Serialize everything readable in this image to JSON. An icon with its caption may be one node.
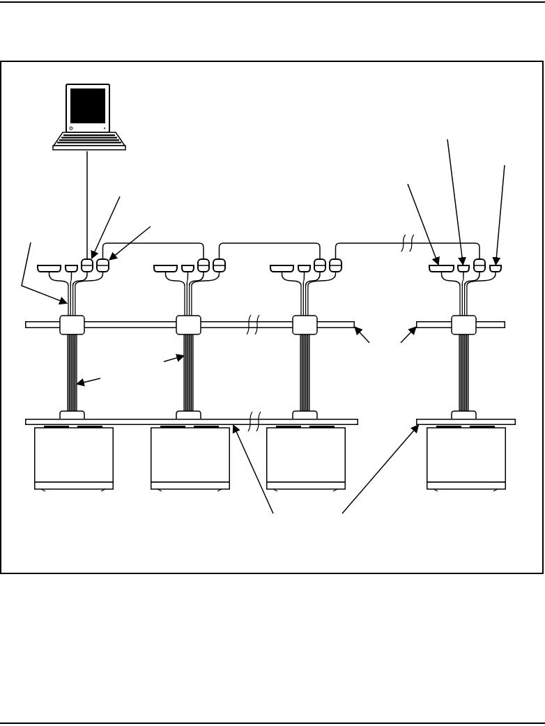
{
  "diagram": {
    "nodes": [
      {
        "text": [],
        "shape": "computer"
      },
      {
        "text": [],
        "shape": "connector"
      },
      {
        "text": [],
        "shape": "connector"
      },
      {
        "text": [],
        "shape": "connector"
      },
      {
        "text": [],
        "shape": "connector"
      },
      {
        "text": [],
        "shape": "connector"
      },
      {
        "text": [],
        "shape": "connector"
      },
      {
        "text": [],
        "shape": "connector"
      },
      {
        "text": [],
        "shape": "connector"
      },
      {
        "text": [],
        "shape": "connector"
      },
      {
        "text": [],
        "shape": "connector"
      },
      {
        "text": [],
        "shape": "connector"
      },
      {
        "text": [],
        "shape": "connector"
      },
      {
        "text": [],
        "shape": "connector"
      },
      {
        "text": [],
        "shape": "connector"
      },
      {
        "text": [],
        "shape": "connector"
      },
      {
        "text": [],
        "shape": "connector"
      },
      {
        "text": [],
        "shape": "cable"
      },
      {
        "text": [],
        "shape": "cable"
      },
      {
        "text": [],
        "shape": "cable"
      },
      {
        "text": [],
        "shape": "cable"
      },
      {
        "text": [],
        "shape": "bar"
      },
      {
        "text": [],
        "shape": "bar"
      },
      {
        "text": [],
        "shape": "cable"
      },
      {
        "text": [],
        "shape": "cable"
      },
      {
        "text": [],
        "shape": "cable"
      },
      {
        "text": [],
        "shape": "cable"
      },
      {
        "text": [],
        "shape": "bar"
      },
      {
        "text": [],
        "shape": "bar"
      },
      {
        "text": [],
        "shape": "box"
      },
      {
        "text": [],
        "shape": "box"
      },
      {
        "text": [],
        "shape": "box"
      },
      {
        "text": [],
        "shape": "box"
      }
    ],
    "edges": [
      {
        "from": 0,
        "to": 3,
        "arrow": "none"
      },
      {
        "from": 4,
        "to": 7,
        "arrow": "none"
      },
      {
        "from": 8,
        "to": 11,
        "arrow": "none"
      },
      {
        "from": 12,
        "to": 15,
        "arrow": "none"
      },
      {
        "from": 1,
        "to": 17,
        "arrow": "none"
      },
      {
        "from": 2,
        "to": 17,
        "arrow": "none"
      },
      {
        "from": 3,
        "to": 17,
        "arrow": "none"
      },
      {
        "from": 4,
        "to": 17,
        "arrow": "none"
      },
      {
        "from": 5,
        "to": 18,
        "arrow": "none"
      },
      {
        "from": 6,
        "to": 18,
        "arrow": "none"
      },
      {
        "from": 7,
        "to": 18,
        "arrow": "none"
      },
      {
        "from": 8,
        "to": 18,
        "arrow": "none"
      },
      {
        "from": 9,
        "to": 19,
        "arrow": "none"
      },
      {
        "from": 10,
        "to": 19,
        "arrow": "none"
      },
      {
        "from": 11,
        "to": 19,
        "arrow": "none"
      },
      {
        "from": 12,
        "to": 19,
        "arrow": "none"
      },
      {
        "from": 13,
        "to": 20,
        "arrow": "none"
      },
      {
        "from": 14,
        "to": 20,
        "arrow": "none"
      },
      {
        "from": 15,
        "to": 20,
        "arrow": "none"
      },
      {
        "from": 16,
        "to": 20,
        "arrow": "none"
      },
      {
        "from": null,
        "to": 17,
        "arrow": "to"
      },
      {
        "from": null,
        "to": 3,
        "arrow": "to"
      },
      {
        "from": null,
        "to": 4,
        "arrow": "to"
      },
      {
        "from": null,
        "to": 13,
        "arrow": "to"
      },
      {
        "from": null,
        "to": 14,
        "arrow": "to"
      },
      {
        "from": null,
        "to": 16,
        "arrow": "to"
      },
      {
        "from": null,
        "to": 21,
        "arrow": "to"
      },
      {
        "from": null,
        "to": 22,
        "arrow": "to"
      },
      {
        "from": null,
        "to": 23,
        "arrow": "to"
      },
      {
        "from": null,
        "to": 24,
        "arrow": "to"
      },
      {
        "from": null,
        "to": 27,
        "arrow": "to"
      },
      {
        "from": null,
        "to": 28,
        "arrow": "to"
      }
    ]
  }
}
